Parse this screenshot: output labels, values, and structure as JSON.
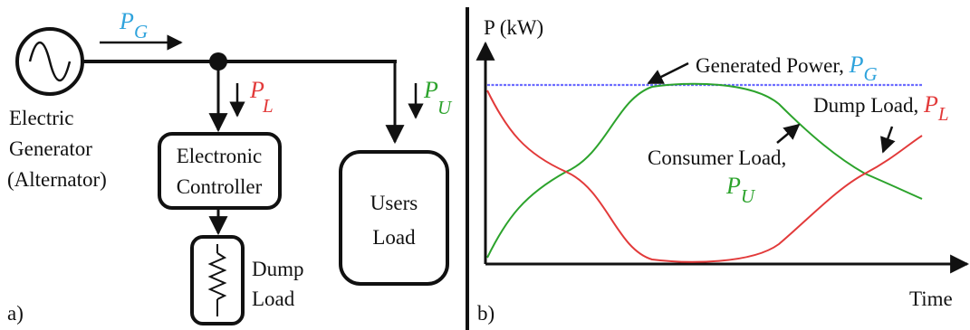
{
  "colors": {
    "generated": "#2fa3dc",
    "dump": "#e23a3a",
    "consumer": "#2ca32c",
    "gen_line": "#6b6bff",
    "black": "#111111"
  },
  "panel_a": {
    "panel_label": "a)",
    "generator": {
      "icon": "ac-source-icon",
      "label_lines": [
        "Electric",
        "Generator",
        "(Alternator)"
      ]
    },
    "controller": {
      "label_lines": [
        "Electronic",
        "Controller"
      ]
    },
    "dump_load": {
      "icon": "resistor-icon",
      "label_lines": [
        "Dump",
        "Load"
      ]
    },
    "users_load": {
      "label_lines": [
        "Users",
        "Load"
      ]
    },
    "flow_labels": {
      "pg": {
        "symbol": "P",
        "sub": "G"
      },
      "pl": {
        "symbol": "P",
        "sub": "L"
      },
      "pu": {
        "symbol": "P",
        "sub": "U"
      }
    }
  },
  "panel_b": {
    "panel_label": "b)",
    "y_axis_label": "P (kW)",
    "x_axis_label": "Time",
    "annotations": {
      "generated": {
        "text": "Generated Power, ",
        "symbol": "P",
        "sub": "G"
      },
      "dump": {
        "text": "Dump Load, ",
        "symbol": "P",
        "sub": "L"
      },
      "consumer": {
        "text": "Consumer Load,",
        "symbol": "P",
        "sub": "U"
      }
    }
  }
}
